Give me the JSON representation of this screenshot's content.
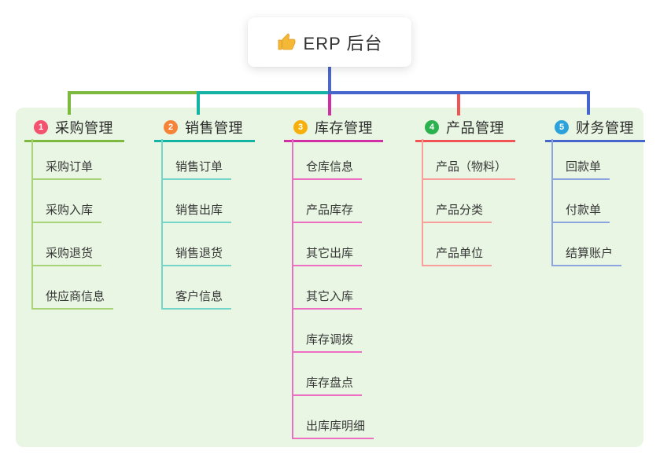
{
  "root": {
    "label": "ERP 后台",
    "icon": "thumbs-up-icon",
    "line_color": "#4b66d0",
    "card_bg": "#ffffff"
  },
  "panel": {
    "bg": "#e9f6e3"
  },
  "branches": [
    {
      "badge": "1",
      "title": "采购管理",
      "colors": {
        "badge": "#f4526e",
        "main": "#7cb93e",
        "light": "#a8d377"
      },
      "children": [
        "采购订单",
        "采购入库",
        "采购退货",
        "供应商信息"
      ]
    },
    {
      "badge": "2",
      "title": "销售管理",
      "colors": {
        "badge": "#f58438",
        "main": "#14b3a4",
        "light": "#74d5c9"
      },
      "children": [
        "销售订单",
        "销售出库",
        "销售退货",
        "客户信息"
      ]
    },
    {
      "badge": "3",
      "title": "库存管理",
      "colors": {
        "badge": "#f7af0b",
        "main": "#d02fa6",
        "light": "#ee6ec4"
      },
      "children": [
        "仓库信息",
        "产品库存",
        "其它出库",
        "其它入库",
        "库存调拨",
        "库存盘点",
        "出库库明细"
      ]
    },
    {
      "badge": "4",
      "title": "产品管理",
      "colors": {
        "badge": "#2bb14d",
        "main": "#f25355",
        "light": "#f89f9b"
      },
      "children": [
        "产品（物料）",
        "产品分类",
        "产品单位"
      ]
    },
    {
      "badge": "5",
      "title": "财务管理",
      "colors": {
        "badge": "#2ba2da",
        "main": "#4766cd",
        "light": "#8da5de"
      },
      "children": [
        "回款单",
        "付款单",
        "结算账户"
      ]
    }
  ]
}
